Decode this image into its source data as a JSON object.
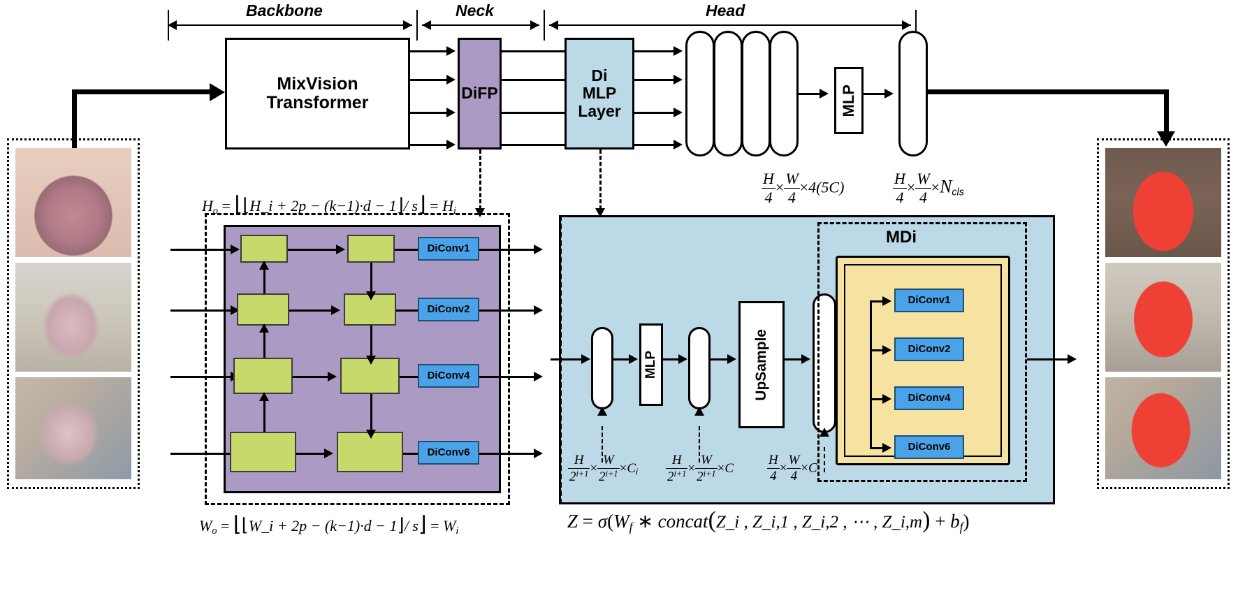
{
  "figure": {
    "type": "neural-network-architecture-diagram",
    "top_sections": [
      {
        "label": "Backbone"
      },
      {
        "label": "Neck"
      },
      {
        "label": "Head"
      }
    ],
    "backbone": {
      "block_label_line1": "MixVision",
      "block_label_line2": "Transformer",
      "num_output_branches": 4
    },
    "neck": {
      "block_label": "DiFP",
      "color": "#ab9bc4"
    },
    "head": {
      "di_mlp_label_line1": "Di",
      "di_mlp_label_line2": "MLP",
      "di_mlp_label_line3": "Layer",
      "di_mlp_color": "#bcd9e8",
      "concat_count": 4,
      "mlp_label": "MLP",
      "concat_shape": {
        "h_num": "H",
        "h_den": "4",
        "w_num": "W",
        "w_den": "4",
        "channels": "4(5C)"
      },
      "output_shape": {
        "h_num": "H",
        "h_den": "4",
        "w_num": "W",
        "w_den": "4",
        "channels": "N",
        "channels_sub": "cls"
      }
    },
    "difp_detail": {
      "formula_top": "H_o = ⌊⌊H_i + 2p − (k−1)·d − 1⌋ / s⌋ = H_i",
      "formula_top_parts": {
        "lhs": "H",
        "lhs_sub": "o",
        "eq": "=",
        "body": "H_i + 2p − (k−1)·d − 1",
        "divider": "/ s",
        "rhs": "H",
        "rhs_sub": "i"
      },
      "formula_bottom_parts": {
        "lhs": "W",
        "lhs_sub": "o",
        "eq": "=",
        "body": "W_i + 2p − (k−1)·d − 1",
        "divider": "/ s",
        "rhs": "W",
        "rhs_sub": "i"
      },
      "panel_color": "#ab9bc4",
      "rows": [
        {
          "diconv": "DiConv1"
        },
        {
          "diconv": "DiConv2"
        },
        {
          "diconv": "DiConv4"
        },
        {
          "diconv": "DiConv6"
        }
      ]
    },
    "dimlp_detail": {
      "panel_color": "#bcd9e8",
      "mdi_title": "MDi",
      "mlp_label": "MLP",
      "upsample_label": "UpSample",
      "mdi_color": "#f7e3a1",
      "diconv_items": [
        "DiConv1",
        "DiConv2",
        "DiConv4",
        "DiConv6"
      ],
      "shape_annotations": [
        {
          "h_num": "H",
          "h_den": "2",
          "h_den_sup": "i+1",
          "w_num": "W",
          "w_den": "2",
          "w_den_sup": "i+1",
          "channels": "C",
          "channels_sub": "i"
        },
        {
          "h_num": "H",
          "h_den": "2",
          "h_den_sup": "i+1",
          "w_num": "W",
          "w_den": "2",
          "w_den_sup": "i+1",
          "channels": "C",
          "channels_sub": ""
        },
        {
          "h_num": "H",
          "h_den": "4",
          "h_den_sup": "",
          "w_num": "W",
          "w_den": "4",
          "w_den_sup": "",
          "channels": "C",
          "channels_sub": ""
        }
      ],
      "formula_bottom": "Z = σ(W_f * concat(Z_i, Z_i,1, Z_i,2, ⋯, Z_i,m) + b_f)",
      "formula_bottom_parts": {
        "z": "Z",
        "eq": "=",
        "sigma": "σ",
        "open": "(",
        "wf": "W",
        "wf_sub": "f",
        "star": "∗",
        "concat": "concat",
        "args": "Z_i , Z_i,1 , Z_i,2 , ⋯ , Z_i,m",
        "plus": "+",
        "bf": "b",
        "bf_sub": "f",
        "close": ")"
      }
    },
    "input_panel": {
      "caption": "",
      "image_count": 3,
      "border_style": "dotted"
    },
    "output_panel": {
      "caption": "",
      "image_count": 3,
      "border_style": "dotted",
      "mask_color": "#ef4036"
    },
    "colors": {
      "purple": "#ab9bc4",
      "light_blue": "#bcd9e8",
      "green": "#c6d96a",
      "blue": "#4aa3e8",
      "yellow": "#f7e3a1",
      "black": "#000000"
    }
  }
}
